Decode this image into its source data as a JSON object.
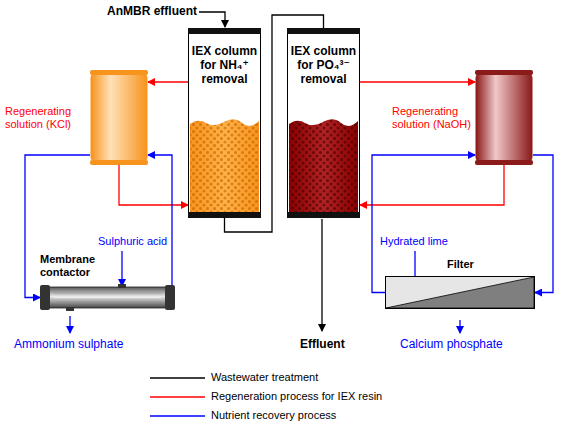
{
  "diagram": {
    "nodes": [
      {
        "text": [
          "IEX column for NH₄⁺ removal"
        ]
      },
      {
        "text": [
          "IEX column for PO₄³⁻ removal"
        ]
      },
      {
        "text": [
          "Regenerating solution (KCl)"
        ]
      },
      {
        "text": [
          "Regenerating solution (NaOH)"
        ]
      },
      {
        "text": [
          "Membrane contactor"
        ]
      },
      {
        "text": [
          "Filter"
        ]
      }
    ],
    "edges": [
      {
        "from": 0,
        "to": 1,
        "arrow": "none"
      },
      {
        "from": 2,
        "to": 0,
        "arrow": "to"
      },
      {
        "from": 0,
        "to": 2,
        "arrow": "to"
      },
      {
        "from": 2,
        "to": 4,
        "arrow": "to"
      },
      {
        "from": 4,
        "to": 2,
        "arrow": "to"
      },
      {
        "from": 3,
        "to": 1,
        "arrow": "to"
      },
      {
        "from": 1,
        "to": 3,
        "arrow": "to"
      },
      {
        "from": 3,
        "to": 5,
        "arrow": "to"
      },
      {
        "from": 5,
        "to": 3,
        "arrow": "to"
      }
    ],
    "labels": [
      "AnMBR effluent",
      "Sulphuric acid",
      "Hydrated lime",
      "Ammonium sulphate",
      "Effluent",
      "Calcium phosphate"
    ],
    "legend": [
      {
        "text": "Wastewater treatment"
      },
      {
        "text": "Regeneration process for IEX resin"
      },
      {
        "text": "Nutrient recovery process"
      }
    ]
  }
}
